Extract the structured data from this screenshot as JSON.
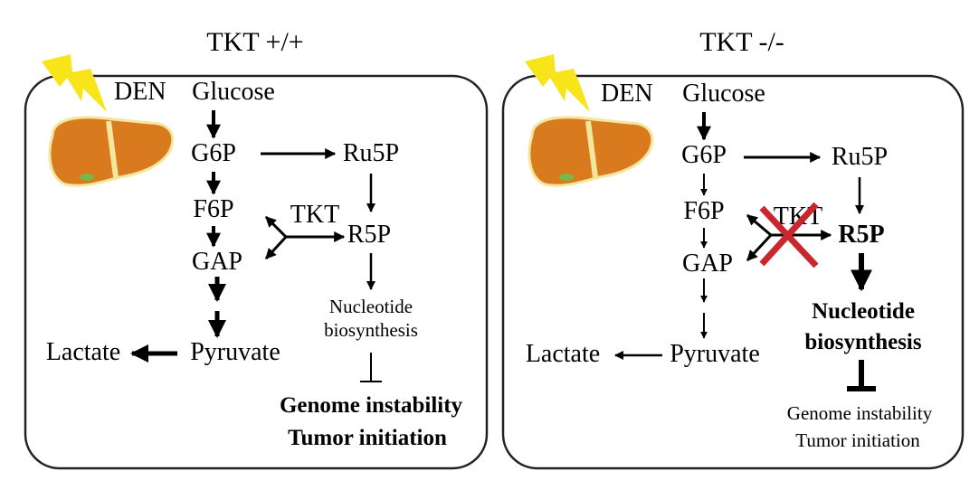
{
  "colors": {
    "panel_border": "#222222",
    "arrow": "#000000",
    "bolt": "#f7e41b",
    "liver": "#d97a1e",
    "liver_outline": "#f3e7a0",
    "gall": "#7ab648",
    "cross": "#c8272e"
  },
  "panels": [
    {
      "title": "TKT +/+",
      "den": "DEN",
      "glucose": "Glucose",
      "g6p": "G6P",
      "f6p": "F6P",
      "gap": "GAP",
      "pyruvate": "Pyruvate",
      "lactate": "Lactate",
      "ru5p": "Ru5P",
      "tkt": "TKT",
      "r5p": "R5P",
      "nucleotide_line1": "Nucleotide",
      "nucleotide_line2": "biosynthesis",
      "outcome_line1": "Genome instability",
      "outcome_line2": "Tumor initiation",
      "icons": [
        "lightning-bolt-icon",
        "liver-icon"
      ]
    },
    {
      "title": "TKT -/-",
      "den": "DEN",
      "glucose": "Glucose",
      "g6p": "G6P",
      "f6p": "F6P",
      "gap": "GAP",
      "pyruvate": "Pyruvate",
      "lactate": "Lactate",
      "ru5p": "Ru5P",
      "tkt": "TKT",
      "r5p": "R5P",
      "nucleotide_line1": "Nucleotide",
      "nucleotide_line2": "biosynthesis",
      "outcome_line1": "Genome instability",
      "outcome_line2": "Tumor initiation",
      "icons": [
        "lightning-bolt-icon",
        "liver-icon",
        "red-cross-icon"
      ]
    }
  ]
}
